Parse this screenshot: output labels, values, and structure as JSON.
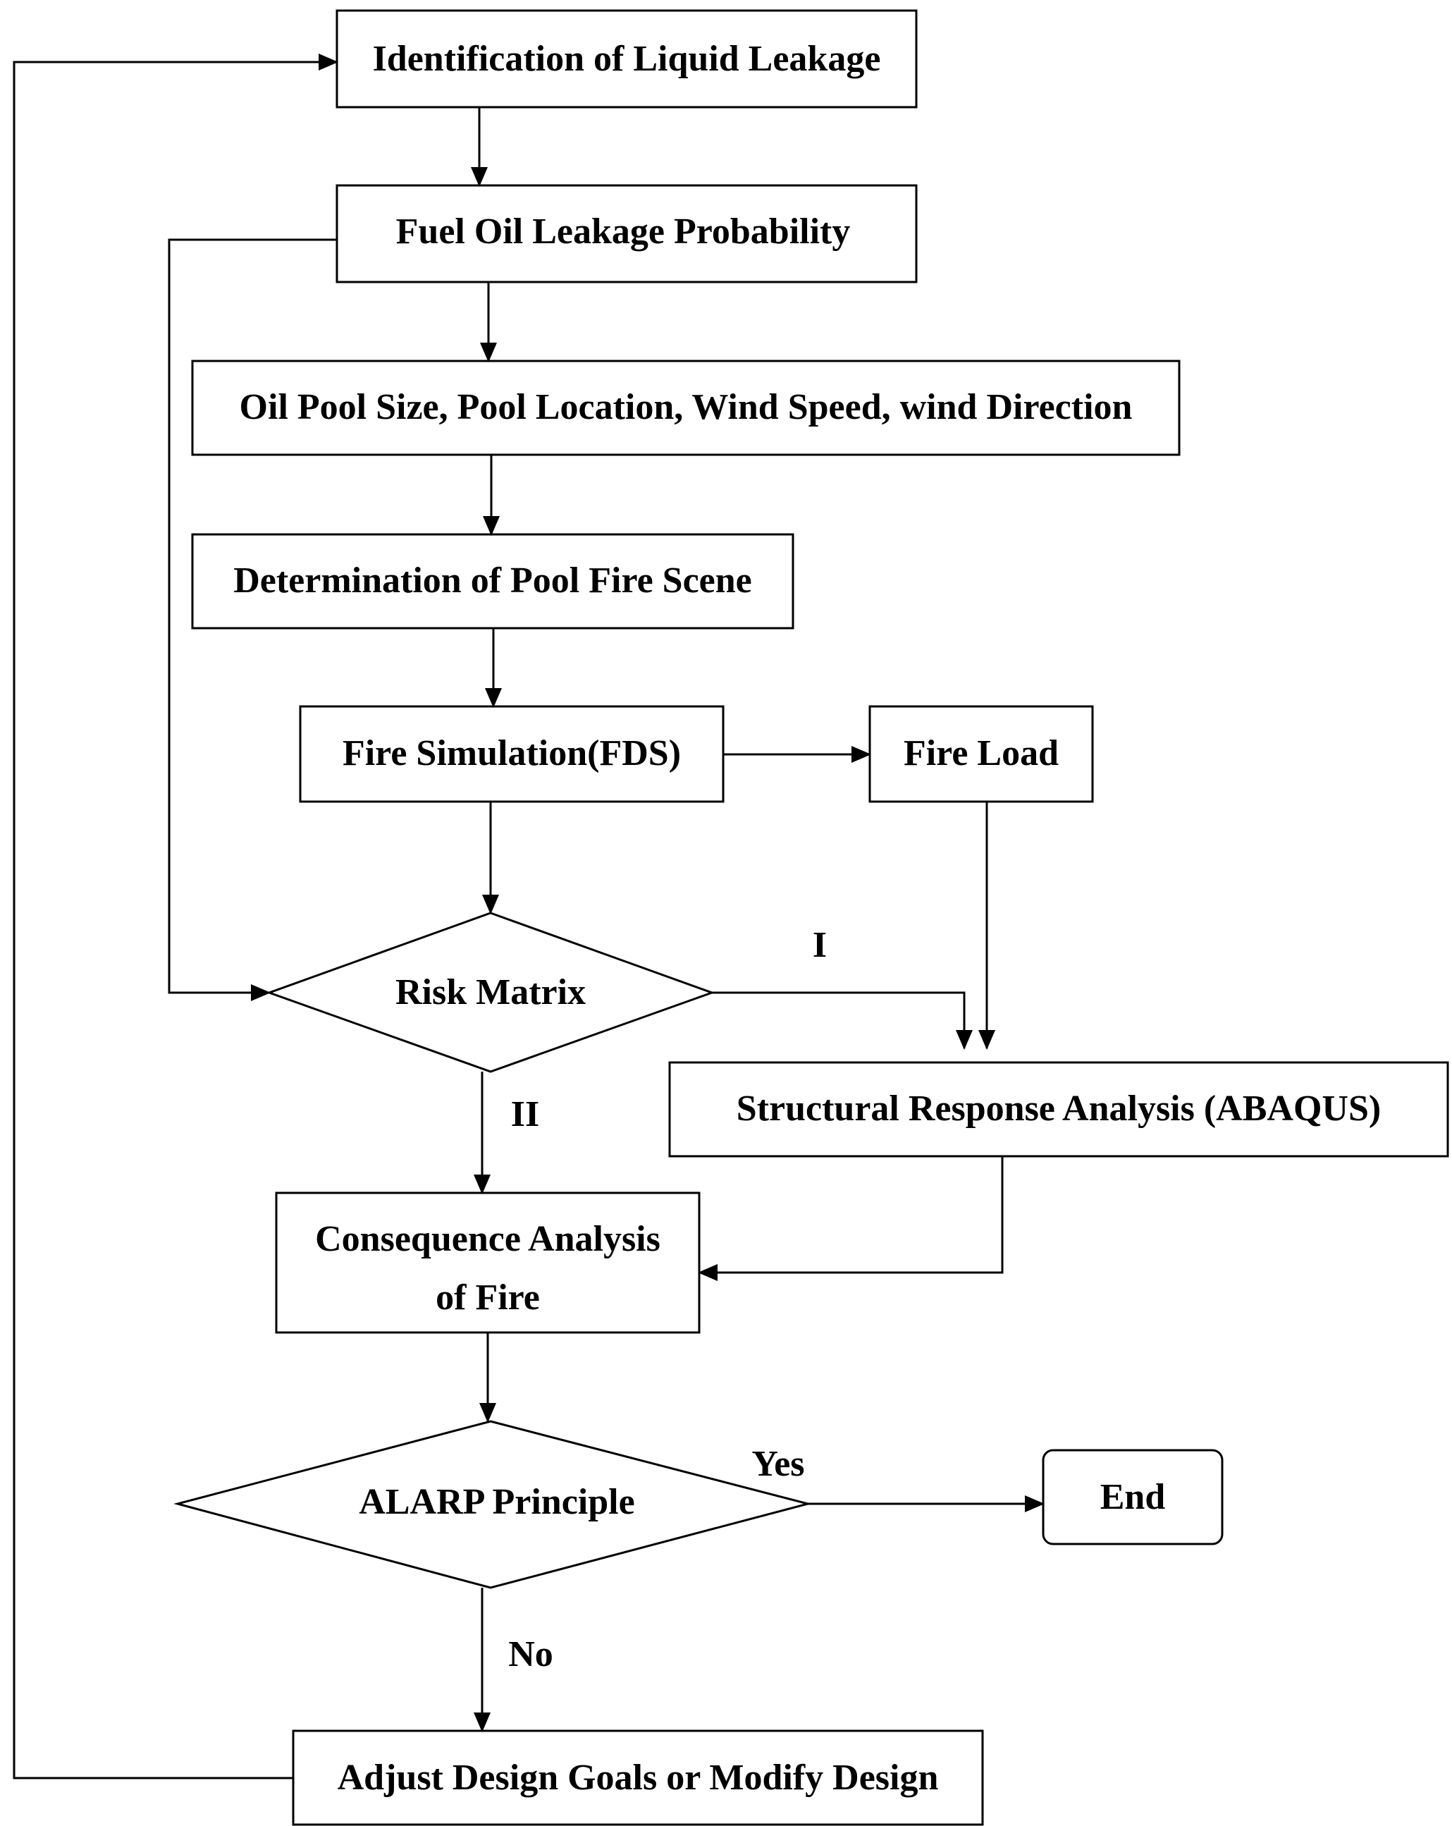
{
  "nodes": {
    "identification": "Identification of Liquid Leakage",
    "probability": "Fuel Oil Leakage Probability",
    "pool_size": "Oil Pool Size, Pool Location, Wind Speed, wind Direction",
    "pool_fire_scene": "Determination of Pool Fire Scene",
    "fire_simulation": "Fire Simulation(FDS)",
    "fire_load": "Fire Load",
    "risk_matrix": "Risk Matrix",
    "structural": "Structural Response Analysis (ABAQUS)",
    "consequence_line1": "Consequence Analysis",
    "consequence_line2": "of Fire",
    "alarp": "ALARP Principle",
    "end": "End",
    "adjust": "Adjust Design Goals or Modify Design"
  },
  "edge_labels": {
    "risk_to_structural": "I",
    "risk_to_consequence": "II",
    "alarp_yes": "Yes",
    "alarp_no": "No"
  }
}
